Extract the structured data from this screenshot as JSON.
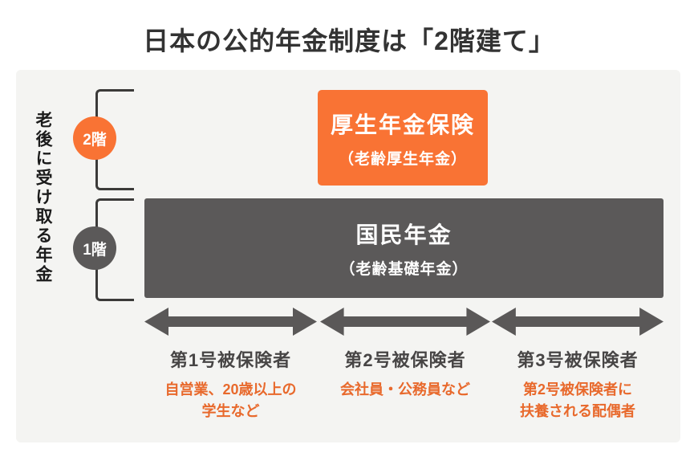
{
  "title": "日本の公的年金制度は「2階建て」",
  "side_label": "老後に受け取る年金",
  "tiers": {
    "tier2": {
      "badge": "2階",
      "box_title": "厚生年金保険",
      "box_subtitle": "（老齢厚生年金）"
    },
    "tier1": {
      "badge": "1階",
      "box_title": "国民年金",
      "box_subtitle": "（老齢基礎年金）"
    }
  },
  "categories": [
    {
      "label": "第1号被保険者",
      "description": "自営業、20歳以上の\n学生など"
    },
    {
      "label": "第2号被保険者",
      "description": "会社員・公務員など"
    },
    {
      "label": "第3号被保険者",
      "description": "第2号被保険者に\n扶養される配偶者"
    }
  ],
  "colors": {
    "accent_orange": "#F97334",
    "dark_gray": "#5B5959",
    "panel_background": "#F4F4F2",
    "orange_text": "#E8692C",
    "title_text": "#333333"
  }
}
